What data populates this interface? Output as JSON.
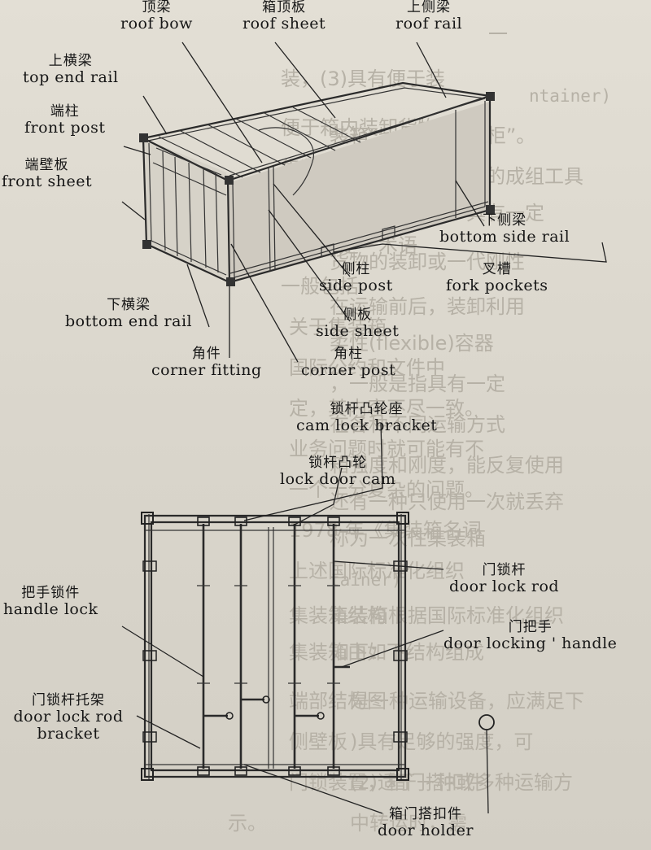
{
  "labels": [
    {
      "id": "roof-bow",
      "zh": "顶梁",
      "en": "roof bow"
    },
    {
      "id": "roof-sheet",
      "zh": "箱顶板",
      "en": "roof sheet"
    },
    {
      "id": "roof-rail",
      "zh": "上侧梁",
      "en": "roof rail"
    },
    {
      "id": "top-end-rail",
      "zh": "上横梁",
      "en": "top end rail"
    },
    {
      "id": "front-post",
      "zh": "端柱",
      "en": "front post"
    },
    {
      "id": "front-sheet",
      "zh": "端壁板",
      "en": "front sheet"
    },
    {
      "id": "bottom-side-rail",
      "zh": "下侧梁",
      "en": "bottom side rail"
    },
    {
      "id": "fork-pockets",
      "zh": "叉槽",
      "en": "fork pockets"
    },
    {
      "id": "side-post",
      "zh": "侧柱",
      "en": "side post"
    },
    {
      "id": "side-sheet",
      "zh": "侧板",
      "en": "side sheet"
    },
    {
      "id": "bottom-end-rail",
      "zh": "下横梁",
      "en": "bottom end rail"
    },
    {
      "id": "corner-fitting",
      "zh": "角件",
      "en": "corner fitting"
    },
    {
      "id": "corner-post",
      "zh": "角柱",
      "en": "corner post"
    },
    {
      "id": "cam-lock-bracket",
      "zh": "锁杆凸轮座",
      "en": "cam lock bracket"
    },
    {
      "id": "lock-door-cam",
      "zh": "锁杆凸轮",
      "en": "lock door cam"
    },
    {
      "id": "door-lock-rod",
      "zh": "门锁杆",
      "en": "door lock rod"
    },
    {
      "id": "door-locking-handle",
      "zh": "门把手",
      "en": "door locking ' handle"
    },
    {
      "id": "handle-lock",
      "zh": "把手锁件",
      "en": "handle lock"
    },
    {
      "id": "door-lock-rod-bracket",
      "zh": "门锁杆托架",
      "en": "door lock rod bracket"
    },
    {
      "id": "door-holder",
      "zh": "箱门搭扣件",
      "en": "door holder"
    }
  ]
}
